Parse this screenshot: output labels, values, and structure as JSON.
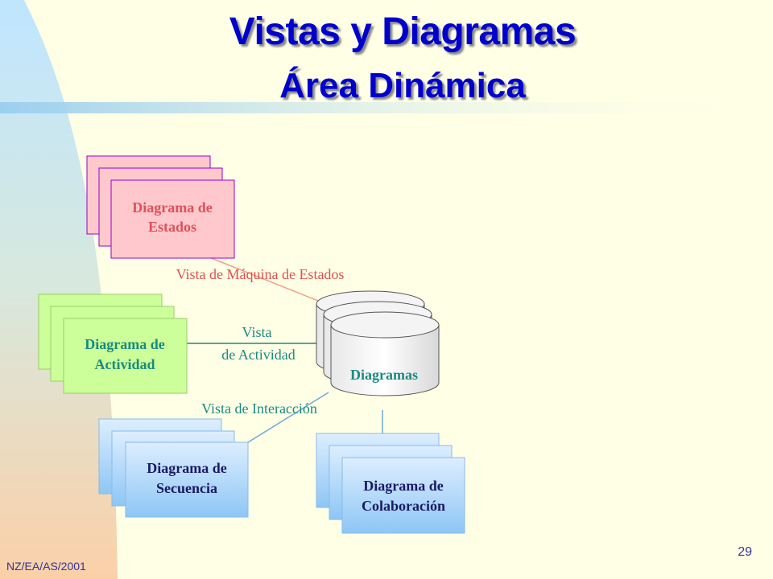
{
  "slide": {
    "title_line1": "Vistas y Diagramas",
    "title_line2": "Área Dinámica",
    "page_number": "29",
    "footer": "NZ/EA/AS/2001"
  },
  "diagram": {
    "center": {
      "label": "Diagramas"
    },
    "boxes": {
      "states": {
        "line1": "Diagrama de",
        "line2": "Estados",
        "color": "#FFC8CC",
        "border": "#9900CC",
        "text": "#E0505A"
      },
      "activity": {
        "line1": "Diagrama de",
        "line2": "Actividad",
        "color": "#CCFF99",
        "border": "#99CC66",
        "text": "#1A8A80"
      },
      "sequence": {
        "line1": "Diagrama de",
        "line2": "Secuencia",
        "color_top": "#DDEEFF",
        "color_bottom": "#8EC6F5",
        "text": "#1A1A66"
      },
      "collaboration": {
        "line1": "Diagrama de",
        "line2": "Colaboración",
        "color_top": "#DDEEFF",
        "color_bottom": "#8EC6F5",
        "text": "#1A1A66"
      }
    },
    "edges": {
      "states": {
        "label": "Vista de Máquina de Estados",
        "color": "#E05050"
      },
      "activity": {
        "label_line1": "Vista",
        "label_line2": "de Actividad",
        "color": "#1A8A80"
      },
      "interaction": {
        "label": "Vista de Interacción",
        "color": "#1A8A80"
      }
    }
  }
}
